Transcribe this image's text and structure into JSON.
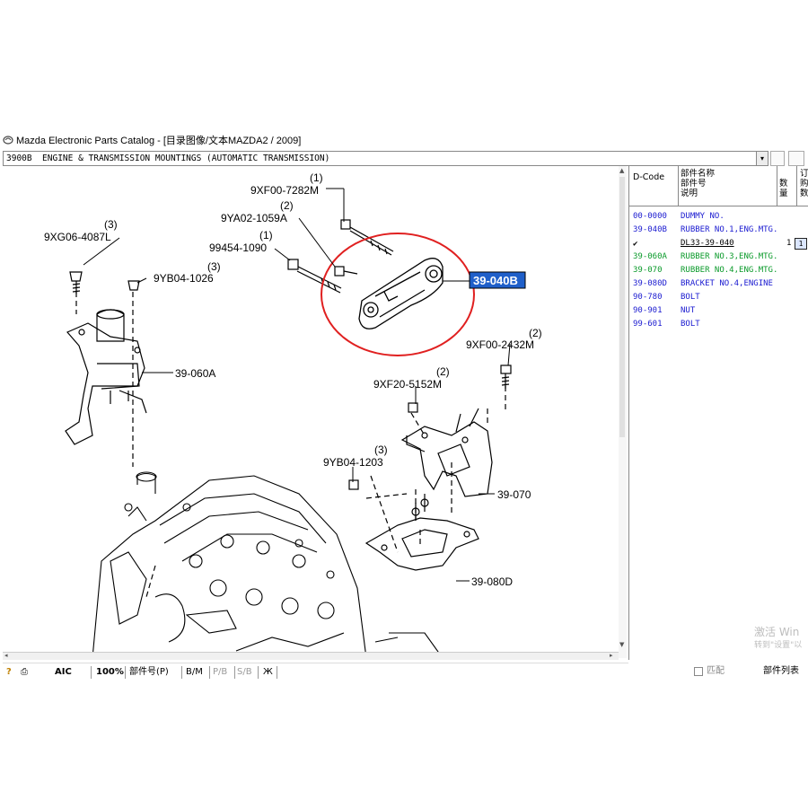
{
  "window": {
    "title": "Mazda Electronic Parts Catalog - [目录图像/文本MAZDA2 / 2009]"
  },
  "header": {
    "text": "3900B  ENGINE & TRANSMISSION MOUNTINGS (AUTOMATIC TRANSMISSION)",
    "dropdown_glyph": "▾"
  },
  "diagram": {
    "callouts": [
      {
        "part": "9XF00-7282M",
        "qty": "(1)"
      },
      {
        "part": "9YA02-1059A",
        "qty": "(2)"
      },
      {
        "part": "99454-1090",
        "qty": "(1)"
      },
      {
        "part": "9XG06-4087L",
        "qty": "(3)"
      },
      {
        "part": "9YB04-1026",
        "qty": "(3)"
      },
      {
        "part": "39-060A",
        "qty": ""
      },
      {
        "part": "9XF00-2432M",
        "qty": "(2)"
      },
      {
        "part": "9XF20-5152M",
        "qty": "(2)"
      },
      {
        "part": "9YB04-1203",
        "qty": "(3)"
      },
      {
        "part": "39-070",
        "qty": ""
      },
      {
        "part": "39-080D",
        "qty": ""
      }
    ],
    "highlight_tag": "39-040B",
    "highlight_color": "#1f5fc9",
    "circle_color": "#e02020"
  },
  "parts_panel": {
    "col_code": "D-Code",
    "col_name_lines": [
      "部件名称",
      "部件号",
      "说明"
    ],
    "col_qty_lines": [
      "数",
      "量"
    ],
    "col_order_lines": [
      "订",
      "购",
      "数"
    ],
    "rows": [
      {
        "code": "00-0000",
        "name": "DUMMY NO.",
        "color": "blue"
      },
      {
        "code": "39-040B",
        "name": "RUBBER NO.1,ENG.MTG.",
        "color": "blue"
      },
      {
        "sub": true,
        "check": "✔",
        "name": "DL33-39-040",
        "qty": "1",
        "order": "1"
      },
      {
        "code": "39-060A",
        "name": "RUBBER NO.3,ENG.MTG.",
        "color": "green"
      },
      {
        "code": "39-070",
        "name": "RUBBER NO.4,ENG.MTG.",
        "color": "green"
      },
      {
        "code": "39-080D",
        "name": "BRACKET NO.4,ENGINE",
        "color": "blue"
      },
      {
        "code": "90-780",
        "name": "BOLT",
        "color": "blue"
      },
      {
        "code": "90-901",
        "name": "NUT",
        "color": "blue"
      },
      {
        "code": "99-601",
        "name": "BOLT",
        "color": "blue"
      }
    ]
  },
  "bottom_toolbar": {
    "items": [
      "?",
      "AIC",
      "100%",
      "部件号(P)",
      "B/M",
      "P/B",
      "S/B",
      "Ж"
    ]
  },
  "panel_bottom": {
    "match_label": "匹配",
    "parts_list_label": "部件列表"
  },
  "watermark": {
    "line1": "激活 Win",
    "line2": "转到\"设置\"以"
  }
}
